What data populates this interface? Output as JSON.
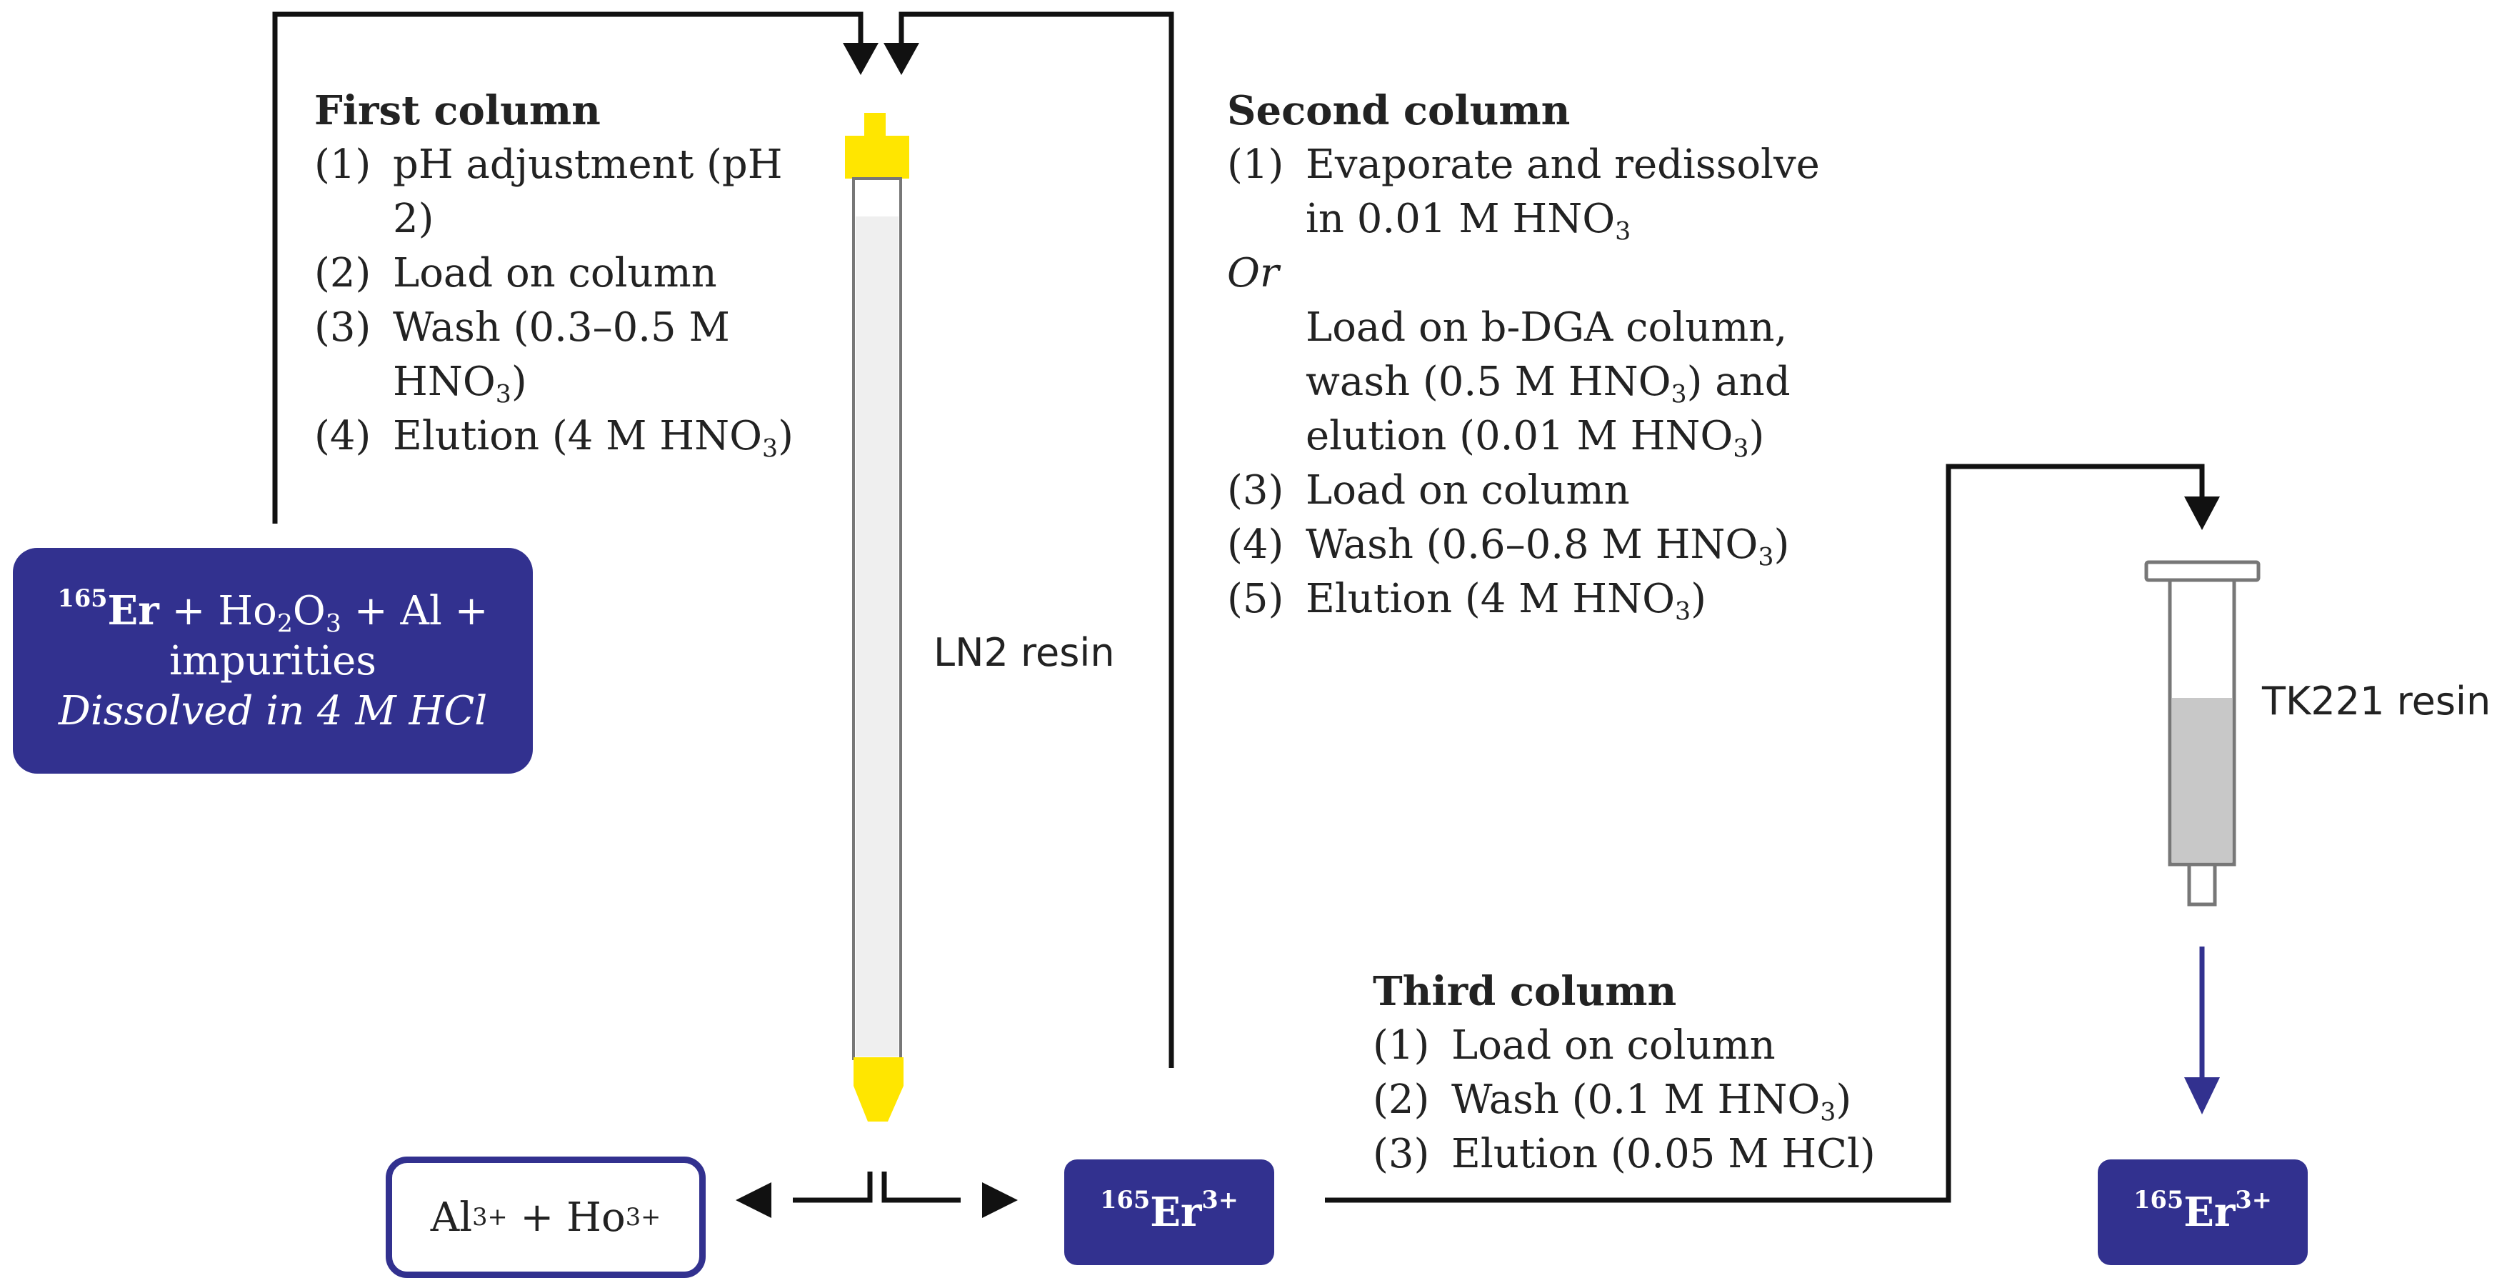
{
  "start_box": {
    "mass_number": "165",
    "element": "Er",
    "line1_rest_pre": " + Ho",
    "ho_sub": "2",
    "o_text": "O",
    "o_sub": "3",
    "line1_rest_post": " + Al +",
    "line2": "impurities",
    "line3": "Dissolved in 4 M HCl"
  },
  "first_column": {
    "heading": "First column",
    "steps": [
      {
        "num": "(1)",
        "text": "pH adjustment (pH 2)"
      },
      {
        "num": "(2)",
        "text": "Load on column"
      },
      {
        "num": "(3)",
        "text_pre": "Wash (0.3–0.5 M HNO",
        "sub": "3",
        "text_post": ")"
      },
      {
        "num": "(4)",
        "text_pre": "Elution (4 M HNO",
        "sub": "3",
        "text_post": ")"
      }
    ]
  },
  "column_label": "LN2 resin",
  "second_column": {
    "heading": "Second column",
    "step1": {
      "num": "(1)",
      "text_pre": "Evaporate and redissolve in 0.01 M HNO",
      "sub": "3",
      "text_post": ""
    },
    "or": "Or",
    "alt_line1": "Load on b-DGA column,",
    "alt_line2_pre": "wash (0.5 M HNO",
    "alt_line2_sub": "3",
    "alt_line2_post": ") and",
    "alt_line3_pre": "elution (0.01 M HNO",
    "alt_line3_sub": "3",
    "alt_line3_post": ")",
    "steps": [
      {
        "num": "(3)",
        "text_pre": "Load on column",
        "sub": "",
        "text_post": ""
      },
      {
        "num": "(4)",
        "text_pre": "Wash (0.6–0.8 M HNO",
        "sub": "3",
        "text_post": ")"
      },
      {
        "num": "(5)",
        "text_pre": "Elution (4 M HNO",
        "sub": "3",
        "text_post": ")"
      }
    ]
  },
  "third_column": {
    "heading": "Third column",
    "steps": [
      {
        "num": "(1)",
        "text_pre": "Load on column",
        "sub": "",
        "text_post": ""
      },
      {
        "num": "(2)",
        "text_pre": "Wash (0.1 M HNO",
        "sub": "3",
        "text_post": ")"
      },
      {
        "num": "(3)",
        "text_pre": "Elution (0.05 M HCl)",
        "sub": "",
        "text_post": ""
      }
    ]
  },
  "cartridge_label": "TK221 resin",
  "waste_box": {
    "al": "Al",
    "al_charge": "3+",
    "plus": " + ",
    "ho": "Ho",
    "ho_charge": "3+"
  },
  "product_box": {
    "mass_number": "165",
    "element": "Er",
    "charge": "3+"
  },
  "final_box": {
    "mass_number": "165",
    "element": "Er",
    "charge": "3+"
  },
  "colors": {
    "accent": "#32318f",
    "yellow": "#ffe600",
    "line": "#111111",
    "resin": "#c8c8c8"
  }
}
